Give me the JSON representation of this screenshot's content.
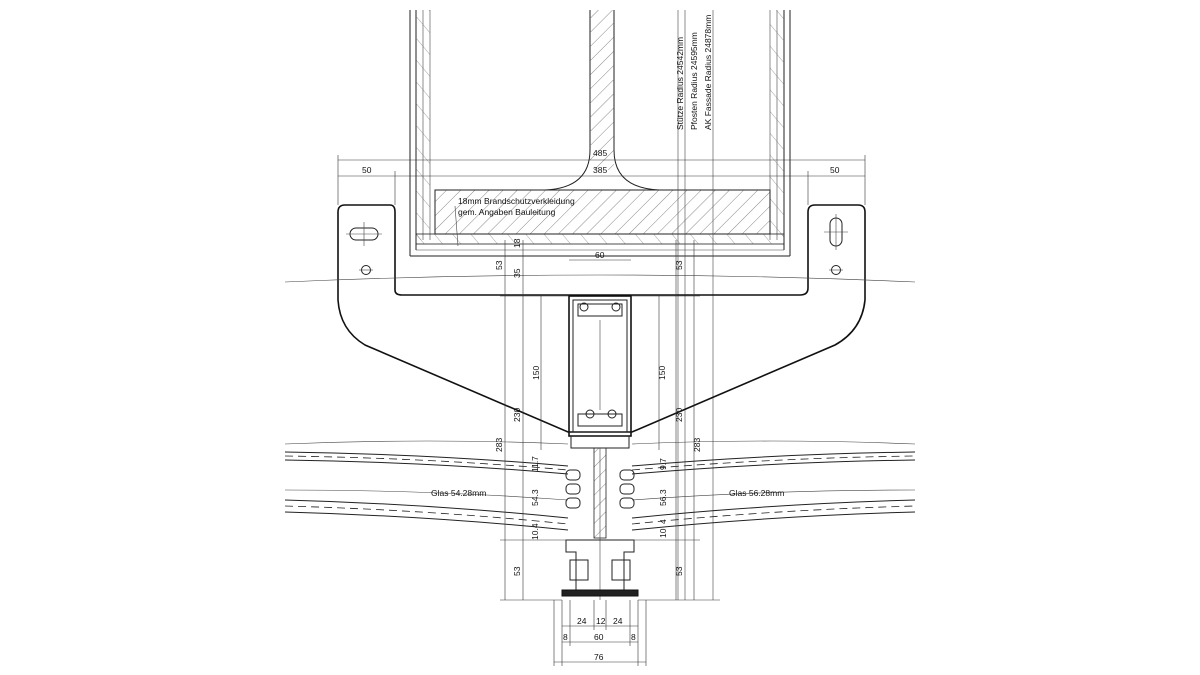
{
  "labels": {
    "radius_stuetze": "Stütze Radius 24542mm",
    "radius_pfosten": "Pfosten Radius 24595mm",
    "radius_fassade": "AK Fassade Radius 24878mm",
    "brandschutz_line1": "18mm Brandschutzverkleidung",
    "brandschutz_line2": "gem. Angaben Bauleitung",
    "glas_left": "Glas 54.28mm",
    "glas_right": "Glas 56.28mm"
  },
  "dimensions": {
    "d_485": "485",
    "d_385": "385",
    "d_50_left": "50",
    "d_50_right": "50",
    "d_18": "18",
    "d_60_top": "60",
    "d_53_top_left": "53",
    "d_53_top_right": "53",
    "d_35": "35",
    "d_150_left": "150",
    "d_150_right": "150",
    "d_230_left": "230",
    "d_230_right": "230",
    "d_283_left": "283",
    "d_283_right": "283",
    "d_11_7": "11.7",
    "d_9_7": "9.7",
    "d_54_3": "54.3",
    "d_56_3": "56.3",
    "d_10_4": "10.4",
    "d_10": "10",
    "d_4": "4",
    "d_53_bottom_left": "53",
    "d_53_bottom_right": "53",
    "d_24_left": "24",
    "d_12": "12",
    "d_24_right": "24",
    "d_8_left": "8",
    "d_60_bottom": "60",
    "d_8_right": "8",
    "d_76": "76"
  }
}
